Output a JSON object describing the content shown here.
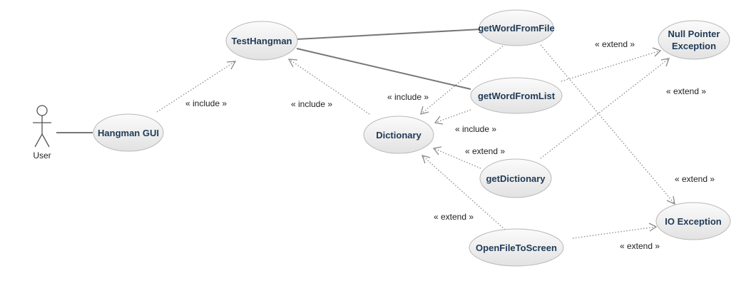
{
  "actor": {
    "name": "User"
  },
  "use_cases": {
    "hangman_gui": "Hangman GUI",
    "test_hangman": "TestHangman",
    "get_word_from_file": "getWordFromFile",
    "null_pointer_line1": "Null Pointer",
    "null_pointer_line2": "Exception",
    "get_word_from_list": "getWordFromList",
    "dictionary": "Dictionary",
    "get_dictionary": "getDictionary",
    "io_exception": "IO Exception",
    "open_file_to_screen": "OpenFileToScreen"
  },
  "relations": {
    "include_gui_test": "« include »",
    "include_dict_test": "« include »",
    "include_file_dict": "« include »",
    "include_list_dict": "« include »",
    "extend_list_npe": "« extend »",
    "extend_getdict_npe": "« extend »",
    "extend_getdict_dict": "« extend »",
    "extend_file_ioe": "« extend »",
    "extend_open_dict": "« extend »",
    "extend_open_ioe": "« extend »"
  },
  "colors": {
    "ellipse_fill_top": "#fafafa",
    "ellipse_fill_bottom": "#e4e4e4",
    "label_text": "#1f3a56"
  }
}
